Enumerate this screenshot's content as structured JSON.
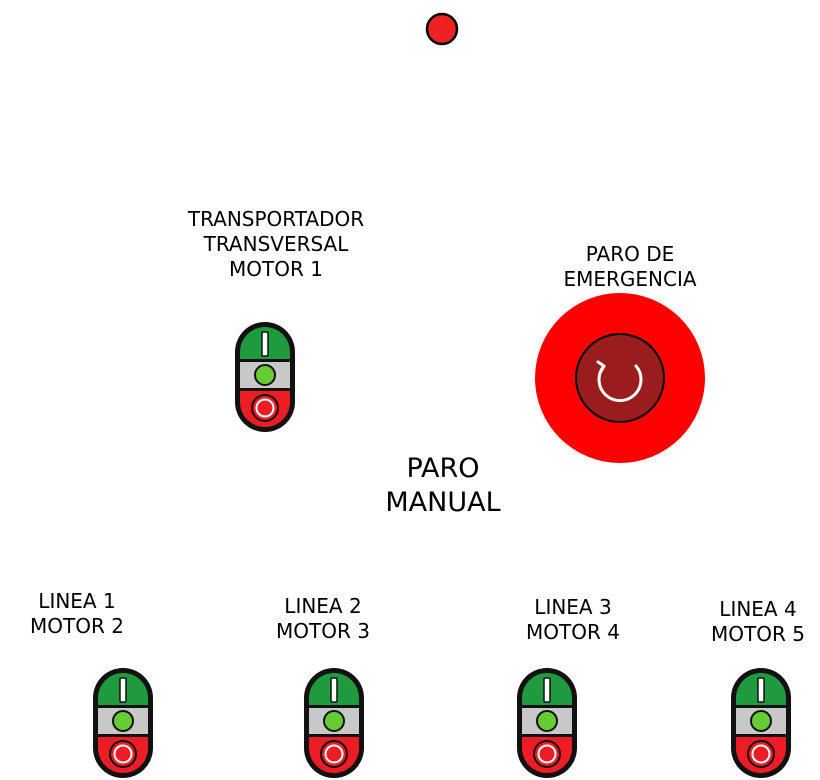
{
  "indicator": {
    "color": "#ee2222",
    "icon": "red-pilot-light"
  },
  "emergency_stop": {
    "label_lines": [
      "PARO DE",
      "EMERGENCIA"
    ],
    "icon": "rotate-reset-icon",
    "outer_color": "#ff0000",
    "inner_color": "#9a1c1c"
  },
  "manual_stop": {
    "label_lines": [
      "PARO",
      "MANUAL"
    ]
  },
  "stations": [
    {
      "label_lines": [
        "TRANSPORTADOR",
        "TRANSVERSAL",
        "MOTOR 1"
      ]
    },
    {
      "label_lines": [
        "LINEA 1",
        "MOTOR 2"
      ]
    },
    {
      "label_lines": [
        "LINEA 2",
        "MOTOR 3"
      ]
    },
    {
      "label_lines": [
        "LINEA 3",
        "MOTOR 4"
      ]
    },
    {
      "label_lines": [
        "LINEA 4",
        "MOTOR 5"
      ]
    }
  ],
  "colors": {
    "start_green": "#1f9a3e",
    "run_lamp": "#66cc33",
    "lamp_band": "#c8c8c8",
    "stop_red": "#ee1c25"
  }
}
